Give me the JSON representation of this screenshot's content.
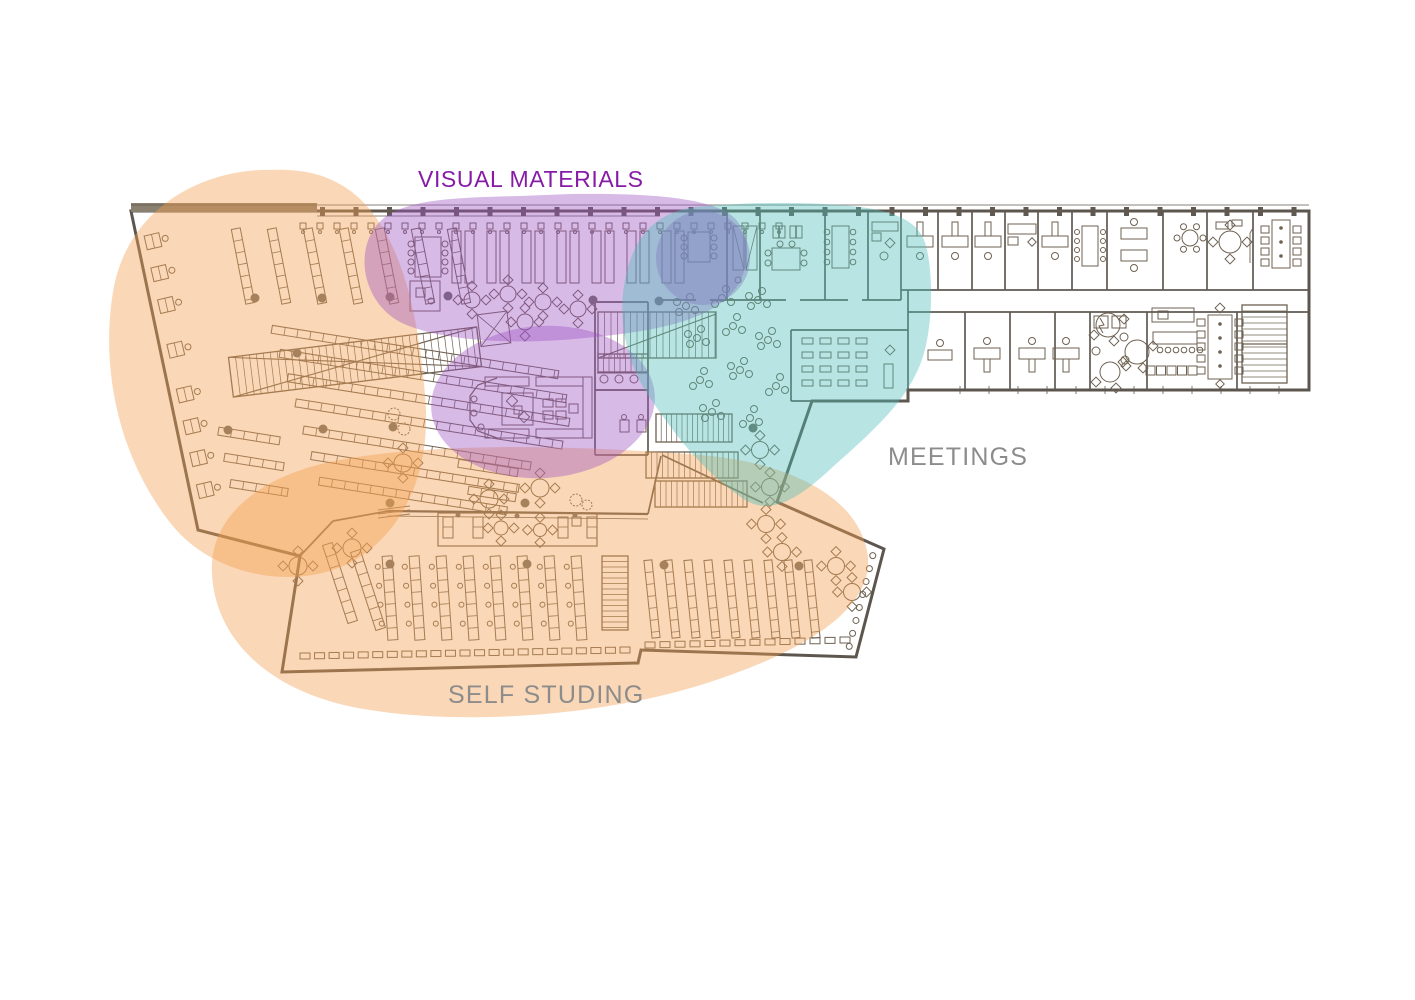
{
  "labels": {
    "visual_materials": {
      "text": "VISUAL MATERIALS",
      "color": "#861CA6"
    },
    "meetings": {
      "text": "MEETINGS",
      "color": "#8C8C8C"
    },
    "self_studying": {
      "text": "SELF STUDING",
      "color": "#8C8C8C"
    }
  },
  "zones": [
    {
      "id": "self-studying-library-wing",
      "label": "SELF STUDING",
      "fill": "rgba(244,160,80,0.42)"
    },
    {
      "id": "self-studying-study-hall",
      "label": "SELF STUDING",
      "fill": "rgba(244,160,80,0.42)"
    },
    {
      "id": "visual-materials-main",
      "label": "VISUAL MATERIALS",
      "fill": "rgba(158,82,196,0.40)"
    },
    {
      "id": "visual-materials-spot",
      "label": "VISUAL MATERIALS",
      "fill": "rgba(158,82,196,0.40)"
    },
    {
      "id": "visual-materials-info",
      "label": "VISUAL MATERIALS",
      "fill": "rgba(158,82,196,0.40)"
    },
    {
      "id": "meetings",
      "label": "MEETINGS",
      "fill": "rgba(78,191,186,0.40)"
    }
  ],
  "plan": {
    "background": "#FFFFFF",
    "outer_wall_color": "#5D564E",
    "partition_color": "#5F5952",
    "furniture_color": "#6E6152",
    "column_color": "#6F6B65",
    "glass_band_color": "#8A8070"
  }
}
